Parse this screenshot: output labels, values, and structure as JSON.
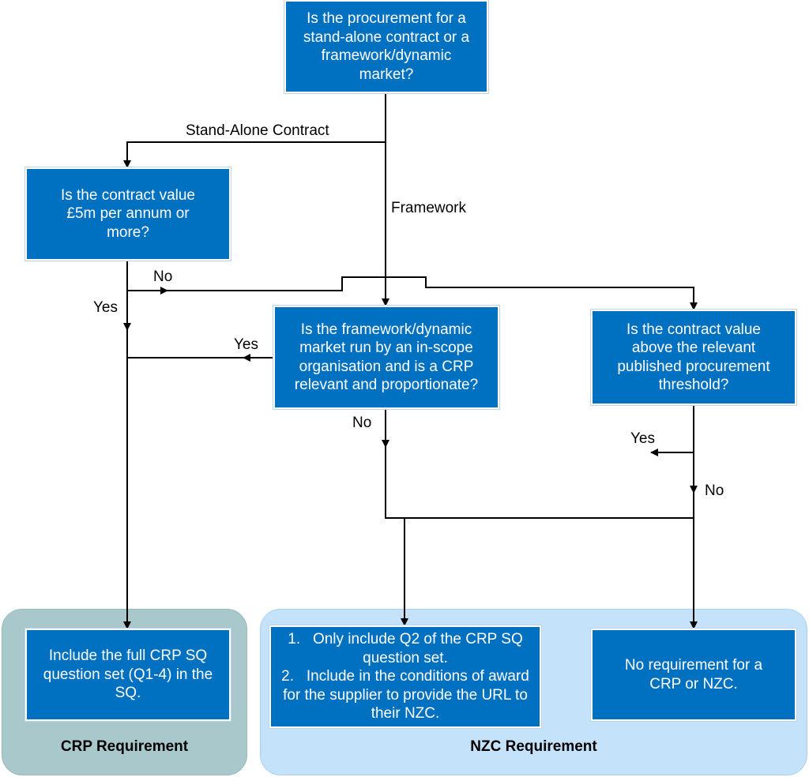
{
  "nodes": {
    "q_procurement_type": "Is the procurement for a stand-alone contract or a framework/dynamic market?",
    "q_contract_value_5m": "Is the contract value £5m per annum or more?",
    "q_framework_in_scope": "Is the framework/dynamic market run by an in-scope organisation and is a CRP relevant and proportionate?",
    "q_above_threshold": "Is the contract value above the relevant published procurement threshold?",
    "r_full_crp": "Include the full CRP SQ question set (Q1-4) in the SQ.",
    "r_nzc_items": [
      {
        "num": "1.",
        "text": "Only include Q2 of the CRP SQ question set."
      },
      {
        "num": "2.",
        "text": "Include in the conditions of award for the supplier to provide the URL to their NZC."
      }
    ],
    "r_no_requirement": "No requirement for a CRP or NZC."
  },
  "edge_labels": {
    "stand_alone": "Stand-Alone Contract",
    "framework": "Framework",
    "no_5m": "No",
    "yes_5m": "Yes",
    "yes_framework": "Yes",
    "no_framework": "No",
    "yes_threshold": "Yes",
    "no_threshold": "No"
  },
  "panels": {
    "crp_title": "CRP Requirement",
    "nzc_title": "NZC Requirement"
  },
  "colors": {
    "box_fill": "#0070c0",
    "crp_panel": "#a8c8cc",
    "nzc_panel": "#c4e3fb",
    "connector": "#000000"
  }
}
